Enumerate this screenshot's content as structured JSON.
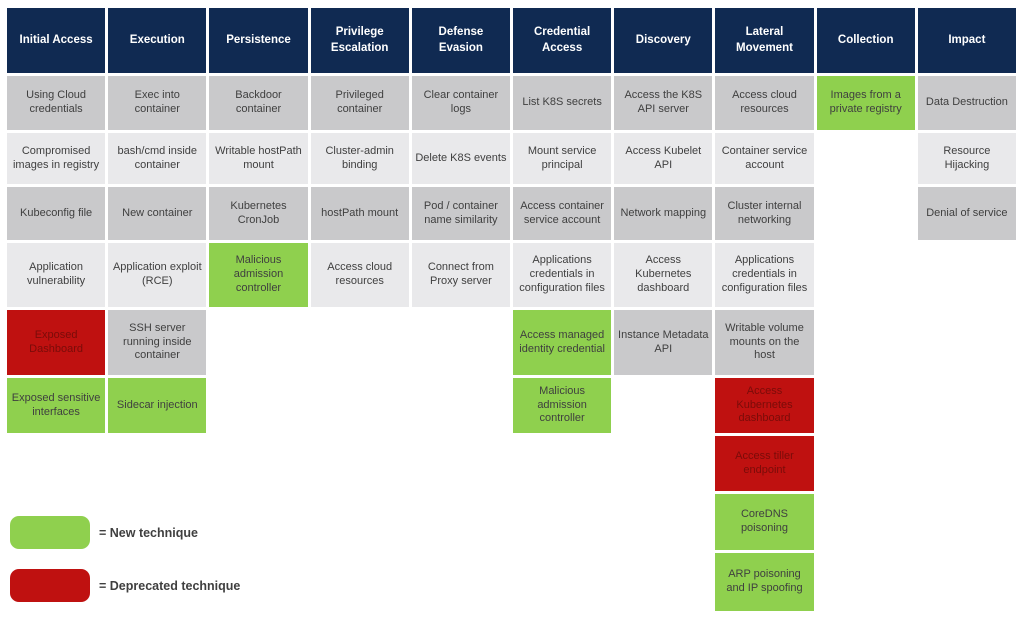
{
  "colors": {
    "header-bg": "#102a52",
    "header-text": "#ffffff",
    "cell-odd-bg": "#c9c9cb",
    "cell-even-bg": "#e9e9eb",
    "cell-text": "#3f3f3f",
    "new-bg": "#8fd04e",
    "deprecated-bg": "#bf1110",
    "deprecated-text": "#7a0c09",
    "page-bg": "#ffffff"
  },
  "legend": {
    "new_label": "= New technique",
    "deprecated_label": "= Deprecated technique"
  },
  "matrix": {
    "columns": [
      {
        "name": "Initial Access",
        "techniques": [
          {
            "label": "Using Cloud credentials"
          },
          {
            "label": "Compromised images in registry"
          },
          {
            "label": "Kubeconfig file"
          },
          {
            "label": "Application vulnerability"
          },
          {
            "label": "Exposed Dashboard",
            "type": "deprecated"
          },
          {
            "label": "Exposed sensitive interfaces",
            "type": "new"
          }
        ]
      },
      {
        "name": "Execution",
        "techniques": [
          {
            "label": "Exec into container"
          },
          {
            "label": "bash/cmd inside container"
          },
          {
            "label": "New container"
          },
          {
            "label": "Application exploit (RCE)"
          },
          {
            "label": "SSH server running inside container"
          },
          {
            "label": "Sidecar injection",
            "type": "new"
          }
        ]
      },
      {
        "name": "Persistence",
        "techniques": [
          {
            "label": "Backdoor container"
          },
          {
            "label": "Writable hostPath mount"
          },
          {
            "label": "Kubernetes CronJob"
          },
          {
            "label": "Malicious admission controller",
            "type": "new"
          }
        ]
      },
      {
        "name": "Privilege Escalation",
        "techniques": [
          {
            "label": "Privileged container"
          },
          {
            "label": "Cluster-admin binding"
          },
          {
            "label": "hostPath mount"
          },
          {
            "label": "Access cloud resources"
          }
        ]
      },
      {
        "name": "Defense Evasion",
        "techniques": [
          {
            "label": "Clear container logs"
          },
          {
            "label": "Delete K8S events"
          },
          {
            "label": "Pod / container name similarity"
          },
          {
            "label": "Connect from Proxy server"
          }
        ]
      },
      {
        "name": "Credential Access",
        "techniques": [
          {
            "label": "List K8S secrets"
          },
          {
            "label": "Mount service principal"
          },
          {
            "label": "Access container service account"
          },
          {
            "label": "Applications credentials in configuration files"
          },
          {
            "label": "Access managed identity credential",
            "type": "new"
          },
          {
            "label": "Malicious admission controller",
            "type": "new"
          }
        ]
      },
      {
        "name": "Discovery",
        "techniques": [
          {
            "label": "Access the K8S API server"
          },
          {
            "label": "Access Kubelet API"
          },
          {
            "label": "Network mapping"
          },
          {
            "label": "Access Kubernetes dashboard"
          },
          {
            "label": "Instance Metadata API"
          }
        ]
      },
      {
        "name": "Lateral Movement",
        "techniques": [
          {
            "label": "Access cloud resources"
          },
          {
            "label": "Container service account"
          },
          {
            "label": "Cluster internal networking"
          },
          {
            "label": "Applications credentials in configuration files"
          },
          {
            "label": "Writable volume mounts on the host"
          },
          {
            "label": "Access Kubernetes dashboard",
            "type": "deprecated"
          },
          {
            "label": "Access tiller endpoint",
            "type": "deprecated"
          },
          {
            "label": "CoreDNS poisoning",
            "type": "new"
          },
          {
            "label": "ARP poisoning and IP spoofing",
            "type": "new"
          }
        ]
      },
      {
        "name": "Collection",
        "techniques": [
          {
            "label": "Images from a private registry",
            "type": "new"
          }
        ]
      },
      {
        "name": "Impact",
        "techniques": [
          {
            "label": "Data Destruction"
          },
          {
            "label": "Resource Hijacking"
          },
          {
            "label": "Denial of service"
          }
        ]
      }
    ]
  }
}
